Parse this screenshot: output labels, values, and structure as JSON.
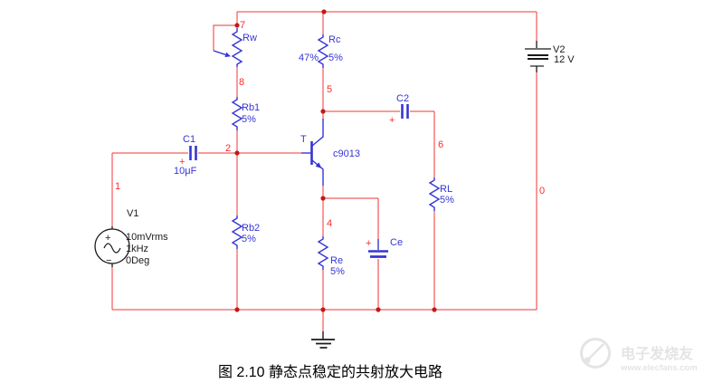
{
  "circuit": {
    "nodes": {
      "n0": "0",
      "n1": "1",
      "n2": "2",
      "n4": "4",
      "n5": "5",
      "n6": "6",
      "n7": "7",
      "n8": "8"
    },
    "components": {
      "rw": {
        "label": "Rw"
      },
      "rb1": {
        "label": "Rb1",
        "tolerance": "5%"
      },
      "rb2": {
        "label": "Rb2",
        "tolerance": "5%"
      },
      "rc": {
        "label": "Rc",
        "tolerance": "5%",
        "wiper_setting": "47%"
      },
      "re": {
        "label": "Re",
        "tolerance": "5%"
      },
      "rl": {
        "label": "RL",
        "tolerance": "5%"
      },
      "c1": {
        "label": "C1",
        "value": "10μF",
        "polarity_mark": "+"
      },
      "c2": {
        "label": "C2",
        "polarity_mark": "+"
      },
      "ce": {
        "label": "Ce",
        "polarity_mark": "+"
      },
      "transistor": {
        "designator": "T",
        "model": "c9013"
      },
      "v1": {
        "label": "V1",
        "amplitude": "10mVrms",
        "frequency": "1kHz",
        "phase": "0Deg",
        "plus_mark": "+",
        "minus_mark": "−"
      },
      "v2": {
        "label": "V2",
        "voltage": "12 V"
      }
    },
    "caption": "图 2.10 静态点稳定的共射放大电路",
    "colors": {
      "wire": "#f23535",
      "component": "#3535d6",
      "node_label": "#ff2a2a",
      "symbol_black": "#1a1a1a",
      "watermark": "#e4e4e4"
    }
  },
  "watermark": {
    "brand": "电子发烧友",
    "url": "www.elecfans.com"
  }
}
